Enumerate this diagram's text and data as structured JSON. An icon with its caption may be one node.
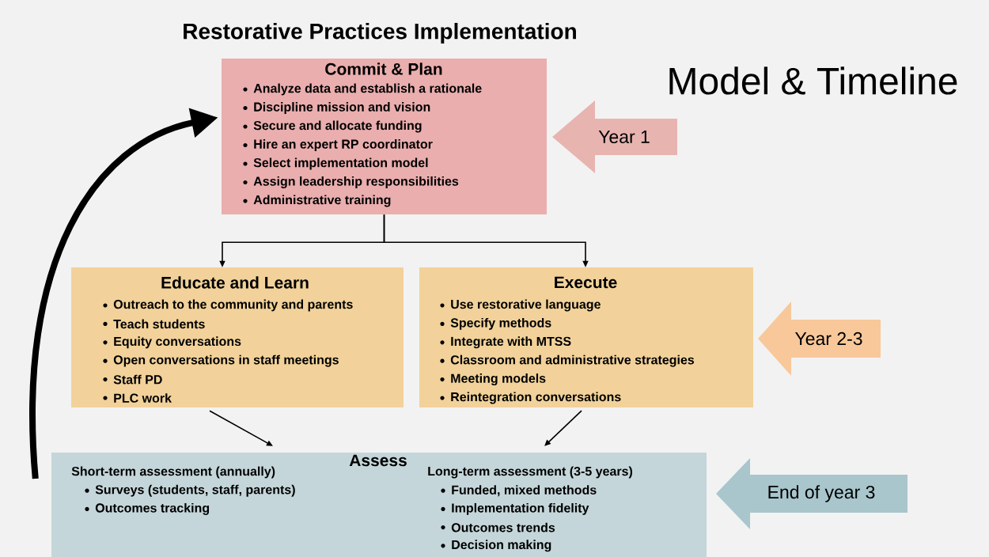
{
  "diagram": {
    "title": "Restorative Practices Implementation",
    "nodes": [
      {
        "text": [
          "Commit & Plan",
          "Analyze data and establish a rationale",
          "Discipline mission and vision",
          "Secure and allocate funding",
          "Hire an expert RP coordinator",
          "Select implementation model",
          "Assign leadership responsibilities",
          "Administrative training"
        ]
      },
      {
        "text": [
          "Educate and Learn",
          "Outreach to the community and parents",
          "Teach students",
          "Equity conversations",
          "Open conversations in staff meetings",
          "Staff PD",
          "PLC work"
        ]
      },
      {
        "text": [
          "Execute",
          "Use restorative language",
          "Specify methods",
          "Integrate with MTSS",
          "Classroom and administrative strategies",
          "Meeting models",
          "Reintegration conversations"
        ]
      },
      {
        "text": [
          "Assess",
          "Short-term assessment (annually)",
          "Surveys (students, staff, parents)",
          "Outcomes tracking",
          "Long-term assessment (3-5 years)",
          "Funded, mixed methods",
          "Implementation fidelity",
          "Outcomes trends",
          "Decision making"
        ]
      },
      {
        "text": [
          "Year 1"
        ]
      },
      {
        "text": [
          "Year 2-3"
        ]
      },
      {
        "text": [
          "End of year 3"
        ]
      }
    ],
    "edges": [
      {
        "from": 0,
        "to": 1,
        "arrow": "to"
      },
      {
        "from": 0,
        "to": 2,
        "arrow": "to"
      },
      {
        "from": 1,
        "to": 3,
        "arrow": "to"
      },
      {
        "from": 2,
        "to": 3,
        "arrow": "to"
      },
      {
        "from": 3,
        "to": 0,
        "arrow": "to",
        "style": "thick"
      }
    ],
    "labels": [
      "Model & Timeline"
    ]
  }
}
